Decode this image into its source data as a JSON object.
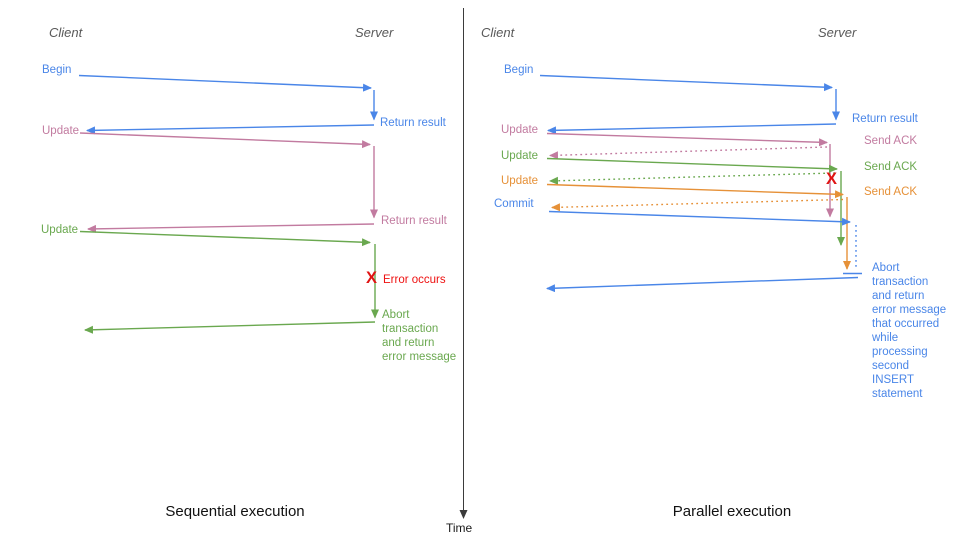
{
  "palette": {
    "blue": "#4a86e8",
    "pink": "#c27ba0",
    "green": "#6aa84f",
    "orange": "#e69138",
    "red": "#ee1111",
    "axis": "#3b3b3b"
  },
  "time_axis": {
    "label": "Time"
  },
  "left": {
    "title": "Sequential execution",
    "client_header": "Client",
    "server_header": "Server",
    "labels": {
      "begin": "Begin",
      "return_result_1": "Return result",
      "update_1": "Update",
      "return_result_2": "Return result",
      "update_2": "Update",
      "error_mark": "X",
      "error": "Error occurs",
      "abort": "Abort\ntransaction\nand return\nerror message"
    }
  },
  "right": {
    "title": "Parallel execution",
    "client_header": "Client",
    "server_header": "Server",
    "labels": {
      "begin": "Begin",
      "return_result": "Return result",
      "update_1": "Update",
      "send_ack_1": "Send ACK",
      "update_2": "Update",
      "send_ack_2": "Send ACK",
      "update_3": "Update",
      "send_ack_3": "Send ACK",
      "commit": "Commit",
      "error_mark": "X",
      "abort": "Abort\ntransaction\nand return\nerror message\nthat occurred\nwhile\nprocessing\nsecond\nINSERT\nstatement"
    }
  },
  "arrows": [
    {
      "name": "left-begin-request",
      "color": "blue",
      "from": [
        79,
        75.5
      ],
      "to": [
        371,
        88
      ]
    },
    {
      "name": "left-begin-processing",
      "color": "blue",
      "from": [
        374,
        90
      ],
      "to": [
        374,
        119.5
      ]
    },
    {
      "name": "left-return-result-1",
      "color": "blue",
      "from": [
        374,
        125
      ],
      "to": [
        87,
        130.5
      ]
    },
    {
      "name": "left-update1-request",
      "color": "pink",
      "from": [
        80,
        133
      ],
      "to": [
        370,
        144.5
      ]
    },
    {
      "name": "left-update1-processing",
      "color": "pink",
      "from": [
        374,
        146
      ],
      "to": [
        374,
        217.5
      ]
    },
    {
      "name": "left-return-result-2",
      "color": "pink",
      "from": [
        374,
        224
      ],
      "to": [
        88,
        229
      ]
    },
    {
      "name": "left-update2-request",
      "color": "green",
      "from": [
        80,
        231.5
      ],
      "to": [
        370,
        242.5
      ]
    },
    {
      "name": "left-update2-processing",
      "color": "green",
      "from": [
        375,
        244
      ],
      "to": [
        375,
        317.5
      ]
    },
    {
      "name": "left-abort-return",
      "color": "green",
      "from": [
        375,
        322
      ],
      "to": [
        85,
        330
      ]
    },
    {
      "name": "right-begin-request",
      "color": "blue",
      "from": [
        540,
        75.5
      ],
      "to": [
        832,
        87.5
      ]
    },
    {
      "name": "right-begin-processing",
      "color": "blue",
      "from": [
        836,
        89
      ],
      "to": [
        836,
        119.5
      ]
    },
    {
      "name": "right-return-result",
      "color": "blue",
      "from": [
        836,
        124
      ],
      "to": [
        548,
        130.5
      ]
    },
    {
      "name": "right-update1-request",
      "color": "pink",
      "from": [
        547,
        133.5
      ],
      "to": [
        827,
        142.5
      ]
    },
    {
      "name": "right-update1-processing",
      "color": "pink",
      "from": [
        830,
        144
      ],
      "to": [
        830,
        216.5
      ]
    },
    {
      "name": "right-send-ack1",
      "color": "pink",
      "style": "dotted",
      "from": [
        827,
        147
      ],
      "to": [
        550,
        155.5
      ]
    },
    {
      "name": "right-update2-request",
      "color": "green",
      "from": [
        547,
        158.5
      ],
      "to": [
        837,
        169
      ]
    },
    {
      "name": "right-update2-processing",
      "color": "green",
      "from": [
        841,
        171
      ],
      "to": [
        841,
        245
      ]
    },
    {
      "name": "right-send-ack2",
      "color": "green",
      "style": "dotted",
      "from": [
        835,
        173
      ],
      "to": [
        550,
        181
      ]
    },
    {
      "name": "right-update3-request",
      "color": "orange",
      "from": [
        547,
        184.5
      ],
      "to": [
        843,
        194.5
      ]
    },
    {
      "name": "right-update3-processing",
      "color": "orange",
      "from": [
        847,
        197
      ],
      "to": [
        847,
        269
      ]
    },
    {
      "name": "right-send-ack3",
      "color": "orange",
      "style": "dotted",
      "from": [
        843,
        199.5
      ],
      "to": [
        552,
        207.5
      ]
    },
    {
      "name": "right-commit-request",
      "color": "blue",
      "from": [
        549,
        211.5
      ],
      "to": [
        850,
        222
      ]
    },
    {
      "name": "right-commit-pending",
      "color": "blue",
      "style": "dotted",
      "head": false,
      "from": [
        856,
        225
      ],
      "to": [
        856,
        270
      ]
    },
    {
      "name": "right-abort-tick",
      "color": "blue",
      "head": false,
      "from": [
        843,
        273.5
      ],
      "to": [
        862,
        273.5
      ]
    },
    {
      "name": "right-abort-return",
      "color": "blue",
      "from": [
        858,
        277.5
      ],
      "to": [
        547,
        288.5
      ]
    },
    {
      "name": "time-axis",
      "color": "axis",
      "width": 1,
      "from": [
        463.5,
        8
      ],
      "to": [
        463.5,
        518
      ]
    }
  ]
}
